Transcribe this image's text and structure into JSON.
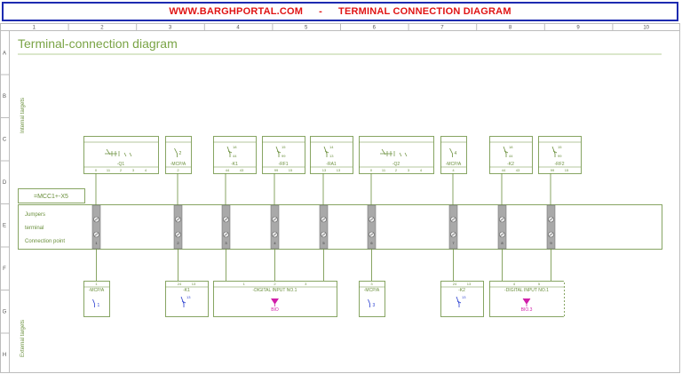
{
  "banner": {
    "website": "WWW.BARGHPORTAL.COM",
    "separator": "-",
    "heading": "TERMINAL CONNECTION DIAGRAM"
  },
  "grid": {
    "columns": [
      "1",
      "2",
      "3",
      "4",
      "5",
      "6",
      "7",
      "8",
      "9",
      "10"
    ],
    "rows": [
      "A",
      "B",
      "C",
      "D",
      "E",
      "F",
      "G",
      "H"
    ]
  },
  "page_title": "Terminal-connection diagram",
  "side_labels": {
    "internal": "Internal targets",
    "external": "External targets"
  },
  "strip": {
    "name": "=MCC1+-X5",
    "row_labels": [
      "Jumpers",
      "terminal",
      "Connection point"
    ]
  },
  "internal_devices": [
    {
      "id": "-Q1",
      "pins": [
        "0",
        "11",
        "2",
        "3",
        "4"
      ],
      "symbol": "breaker"
    },
    {
      "id": "-MCP/A",
      "pins": [
        "2"
      ],
      "symbol": "fuse",
      "mark": "2"
    },
    {
      "id": "-K1",
      "pins": [
        "44",
        "43"
      ],
      "symbol": "contact",
      "mark": "18"
    },
    {
      "id": "-RF1",
      "pins": [
        "99",
        "15"
      ],
      "symbol": "contact",
      "mark": "15"
    },
    {
      "id": "-RA1",
      "pins": [
        "13",
        "13"
      ],
      "symbol": "contact",
      "mark": "14"
    },
    {
      "id": "-Q2",
      "pins": [
        "0",
        "11",
        "2",
        "3",
        "4"
      ],
      "symbol": "breaker"
    },
    {
      "id": "-MCP/A",
      "pins": [
        "4"
      ],
      "symbol": "fuse",
      "mark": "4"
    },
    {
      "id": "-K2",
      "pins": [
        "44",
        "43"
      ],
      "symbol": "contact",
      "mark": "18"
    },
    {
      "id": "-RF2",
      "pins": [
        "99",
        "15"
      ],
      "symbol": "contact",
      "mark": "15"
    }
  ],
  "terminals": [
    {
      "num": "1"
    },
    {
      "num": "2"
    },
    {
      "num": "3"
    },
    {
      "num": "4"
    },
    {
      "num": "5"
    },
    {
      "num": "6"
    },
    {
      "num": "7"
    },
    {
      "num": "8"
    },
    {
      "num": "9"
    }
  ],
  "external_devices": [
    {
      "id": "-MCP/A",
      "pins": [
        "1"
      ],
      "mark": "1"
    },
    {
      "id": "-K1",
      "pins": [
        "24",
        "13"
      ],
      "mark": "13"
    },
    {
      "id": "-DIGITAL INPUT NO.1",
      "pins": [
        "1",
        "2",
        "3"
      ],
      "tag": "BIO"
    },
    {
      "id": "-MCP/A",
      "pins": [
        "3"
      ],
      "mark": "3"
    },
    {
      "id": "-K2",
      "pins": [
        "24",
        "13"
      ],
      "mark": "13"
    },
    {
      "id": "-DIGITAL INPUT NO.1",
      "pins": [
        "4",
        "5"
      ],
      "tag": "BIO.3"
    }
  ],
  "colors": {
    "line": "#6a8f3c",
    "terminal": "#9a9a9a",
    "banner_text": "#e01414",
    "banner_border": "#1d2bb0",
    "accent": "#d01ea8"
  }
}
